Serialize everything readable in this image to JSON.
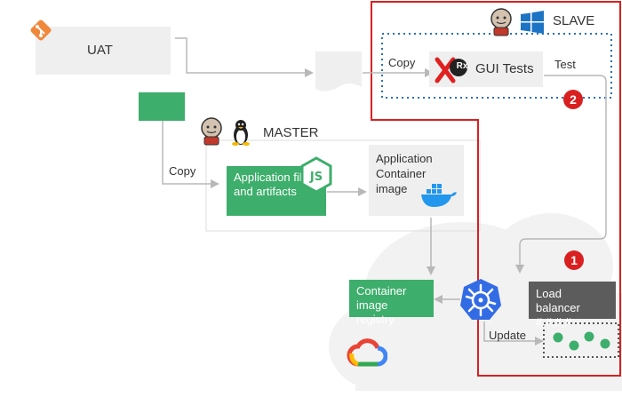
{
  "uat": {
    "label": "UAT"
  },
  "master": {
    "label": "MASTER"
  },
  "slave": {
    "label": "SLAVE"
  },
  "copy_master": {
    "label": "Copy"
  },
  "copy_slave": {
    "label": "Copy"
  },
  "app_files": {
    "label": "Application files and artifacts"
  },
  "app_container": {
    "label": "Application Container image"
  },
  "gui_tests": {
    "label": "GUI Tests",
    "logo_text": "Rx"
  },
  "test": {
    "label": "Test"
  },
  "registry": {
    "label": "Container image registry"
  },
  "load_balancer": {
    "label": "Load balancer",
    "detail": "#,#,#,#"
  },
  "update": {
    "label": "Update"
  },
  "badges": {
    "one": "1",
    "two": "2"
  },
  "colors": {
    "green": "#3dae6b",
    "red": "#d92020",
    "dark": "#5c5c5c",
    "git_orange": "#f0883c",
    "windows_blue": "#1d73c4",
    "k8s_blue": "#326ce5",
    "docker_blue": "#2396ed",
    "line_gray": "#b8b8b8"
  },
  "icons": [
    "git-icon",
    "jenkins-icon",
    "windows-icon",
    "linux-icon",
    "nodejs-icon",
    "docker-icon",
    "kubernetes-icon",
    "google-cloud-icon"
  ]
}
